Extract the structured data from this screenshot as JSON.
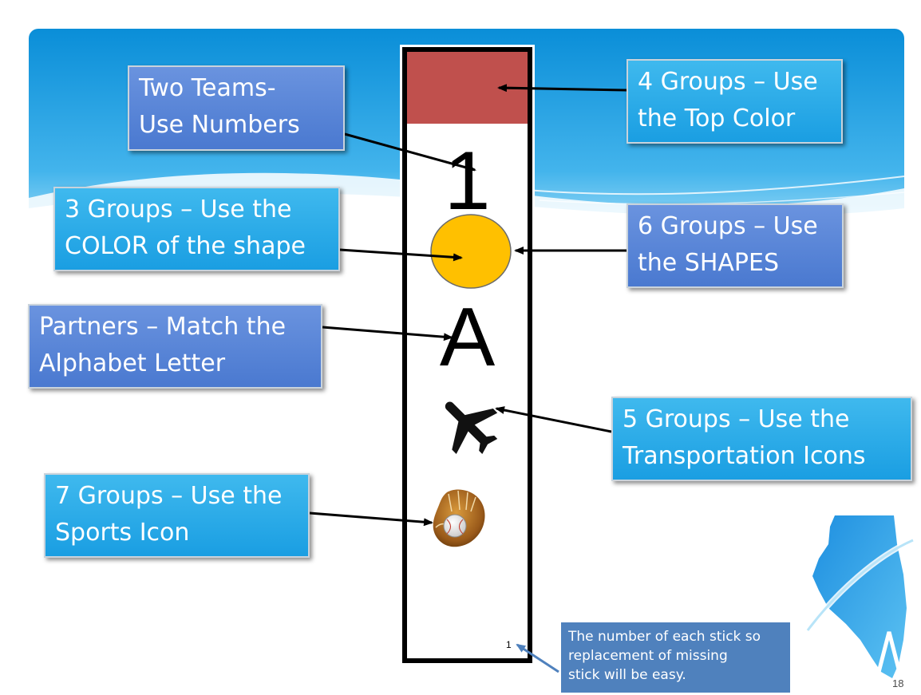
{
  "colors": {
    "sky_top": "#0a8ed8",
    "sky_bottom": "#8fd6f6",
    "callout_light": "#1a9ee2",
    "callout_dark": "#4a79d0",
    "stick_top": "#c0504d",
    "circle_fill": "#ffc000",
    "note_bg": "#4f81bd",
    "illinois_map": "#2aa3ea"
  },
  "callouts": {
    "two_teams": [
      "Two Teams-",
      "Use Numbers"
    ],
    "four_groups": [
      "4 Groups – Use",
      "the Top Color"
    ],
    "three_groups": [
      "3 Groups – Use the",
      "COLOR of the shape"
    ],
    "six_groups": [
      "6 Groups – Use",
      "the SHAPES"
    ],
    "partners": [
      "Partners – Match the",
      "Alphabet Letter"
    ],
    "five_groups": [
      "5 Groups – Use the",
      "Transportation Icons"
    ],
    "seven_groups": [
      "7 Groups – Use the",
      "Sports Icon"
    ]
  },
  "stick": {
    "number": "1",
    "letter": "A",
    "small_number": "1",
    "icons": [
      "airplane-icon",
      "baseball-glove-icon"
    ]
  },
  "note": [
    "The number of each stick so",
    "replacement of missing",
    "stick will be easy."
  ],
  "page_number": "18"
}
